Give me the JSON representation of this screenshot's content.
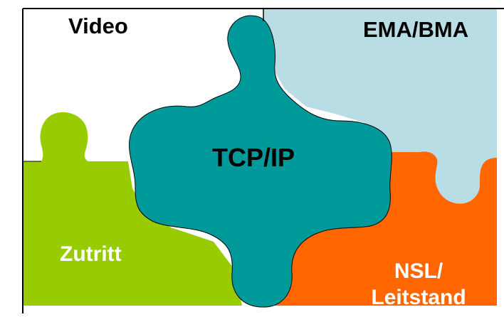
{
  "pieces": {
    "video": {
      "label": "Video",
      "color": "#ffffff"
    },
    "ema_bma": {
      "label": "EMA/BMA",
      "color": "#b9dde4"
    },
    "zutritt": {
      "label": "Zutritt",
      "color": "#99cc00"
    },
    "nsl_leitstand": {
      "label_line1": "NSL/",
      "label_line2": "Leitstand",
      "color": "#ff6600"
    },
    "tcp_ip": {
      "label": "TCP/IP",
      "color": "#009999"
    }
  },
  "outline_color": "#000000"
}
